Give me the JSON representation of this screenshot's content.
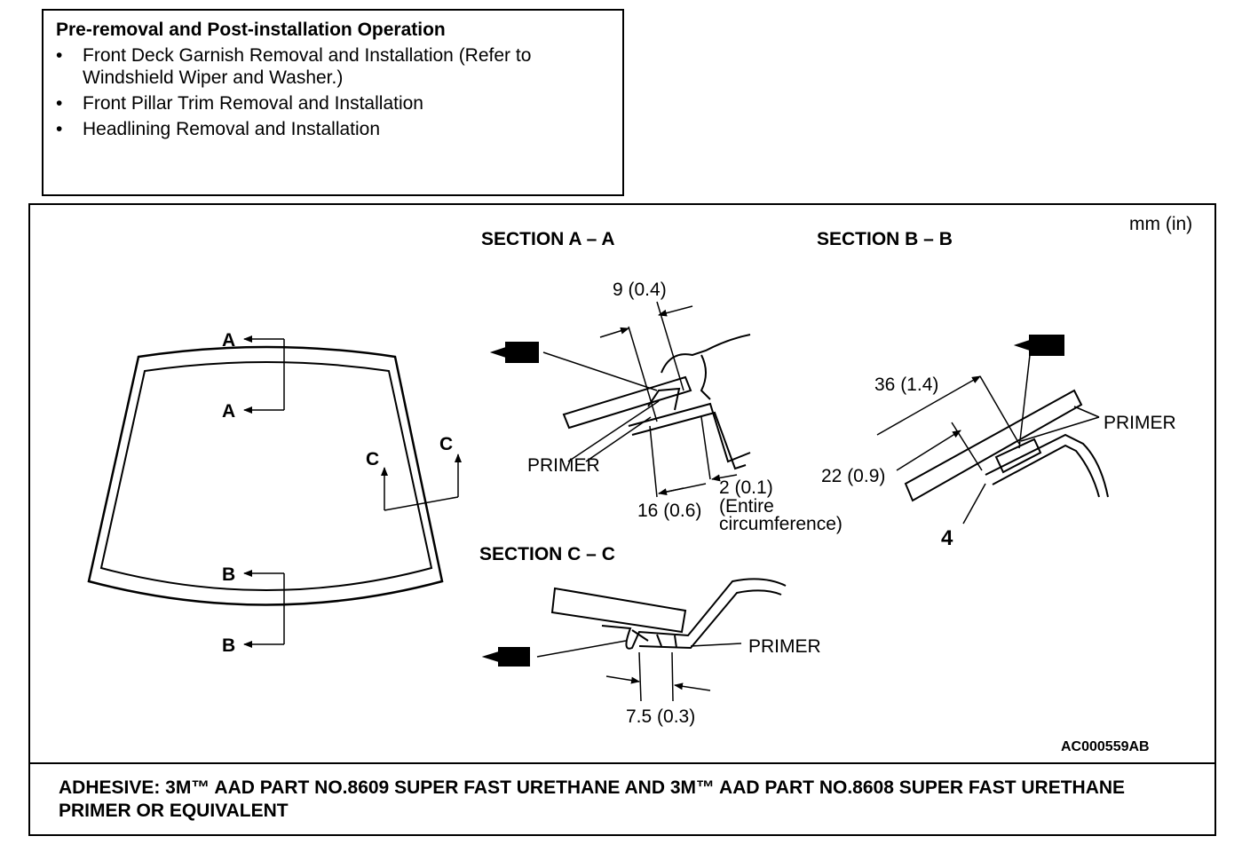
{
  "preop": {
    "title": "Pre-removal and Post-installation Operation",
    "items": [
      "Front Deck Garnish Removal and Installation (Refer to Windshield Wiper and Washer.)",
      "Front Pillar Trim Removal and Installation",
      "Headlining Removal and Installation"
    ]
  },
  "diagram": {
    "units": "mm (in)",
    "section_aa": "SECTION A – A",
    "section_bb": "SECTION B – B",
    "section_cc": "SECTION C – C",
    "cut_a": "A",
    "cut_b": "B",
    "cut_c": "C",
    "aa_dim_top": "9 (0.4)",
    "aa_dim_bottom": "16 (0.6)",
    "aa_dim_right": "2 (0.1)",
    "aa_dim_note_1": "(Entire",
    "aa_dim_note_2": "circumference)",
    "primer": "PRIMER",
    "bb_dim_1": "36 (1.4)",
    "bb_dim_2": "22 (0.9)",
    "bb_callout": "4",
    "cc_dim": "7.5 (0.3)",
    "figure_code": "AC000559AB"
  },
  "adhesive": "ADHESIVE: 3M™ AAD PART NO.8609 SUPER FAST URETHANE AND 3M™ AAD PART NO.8608 SUPER FAST URETHANE PRIMER OR EQUIVALENT"
}
